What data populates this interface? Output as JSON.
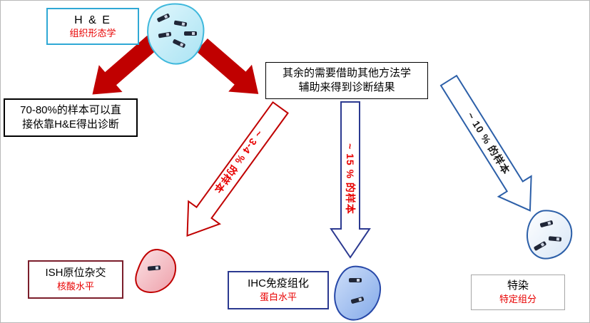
{
  "diagram": {
    "he": {
      "title": "H & E",
      "subtitle": "组织形态学"
    },
    "direct_box": {
      "line1": "70-80%的样本可以直",
      "line2": "接依靠H&E得出诊断"
    },
    "other_box": {
      "line1": "其余的需要借助其他方法学",
      "line2": "辅助来得到诊断结果"
    },
    "ish": {
      "title": "ISH原位杂交",
      "subtitle": "核酸水平",
      "arrow_label": "~ 3-4 % 的样本"
    },
    "ihc": {
      "title": "IHC免疫组化",
      "subtitle": "蛋白水平",
      "arrow_label": "~ 15 % 的样本"
    },
    "special": {
      "title": "特染",
      "subtitle": "特定组分",
      "arrow_label": "~ 10 % 的样本"
    }
  },
  "colors": {
    "solid_arrow_red": "#c00000",
    "label_red": "#e80000",
    "ish_border_dark_red": "#7b1e2b",
    "ihc_border_blue": "#2b3990",
    "he_border_cyan": "#2fa8d5",
    "special_border_gray": "#a6a6a6"
  }
}
